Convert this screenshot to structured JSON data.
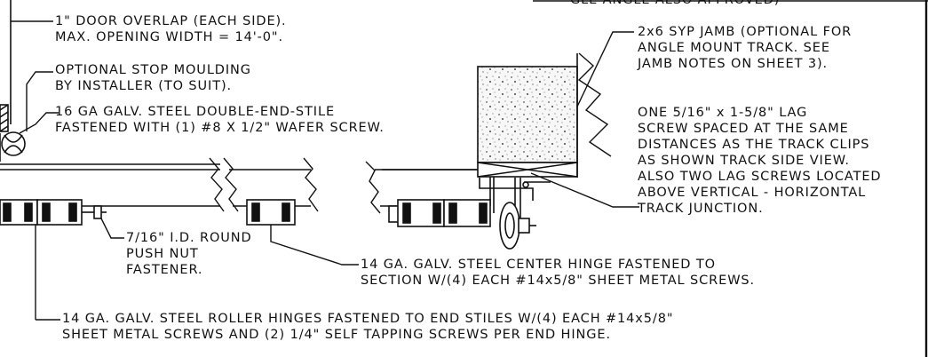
{
  "header_fragment": "GLE ANGLE ALSO APPROVED)",
  "colors": {
    "ink": "#111111",
    "paper": "#ffffff"
  },
  "notes": {
    "door_overlap": {
      "lines": [
        "1\" DOOR OVERLAP (EACH SIDE).",
        "MAX. OPENING WIDTH = 14'-0\"."
      ]
    },
    "stop_moulding": {
      "lines": [
        "OPTIONAL STOP MOULDING",
        "BY INSTALLER (TO SUIT)."
      ]
    },
    "double_end_stile": {
      "lines": [
        "16 GA GALV. STEEL DOUBLE-END-STILE",
        "FASTENED WITH (1) #8 X 1/2\" WAFER SCREW."
      ]
    },
    "jamb": {
      "lines": [
        "2x6 SYP JAMB (OPTIONAL FOR",
        "ANGLE MOUNT TRACK. SEE",
        "JAMB NOTES ON SHEET 3)."
      ]
    },
    "lag_screw": {
      "lines": [
        "ONE 5/16\" x 1-5/8\" LAG",
        "SCREW SPACED AT THE SAME",
        "DISTANCES AS THE TRACK CLIPS",
        "AS SHOWN TRACK SIDE VIEW.",
        "ALSO TWO LAG SCREWS LOCATED",
        "ABOVE VERTICAL - HORIZONTAL",
        "TRACK JUNCTION."
      ]
    },
    "push_nut": {
      "lines": [
        "7/16\" I.D. ROUND",
        "PUSH NUT",
        "FASTENER."
      ]
    },
    "center_hinge": {
      "lines": [
        "14 GA. GALV. STEEL CENTER HINGE FASTENED TO",
        "SECTION W/(4) EACH #14x5/8\" SHEET METAL SCREWS."
      ]
    },
    "roller_hinges": {
      "lines": [
        "14 GA. GALV. STEEL ROLLER HINGES FASTENED TO END STILES W/(4) EACH #14x5/8\"",
        "SHEET METAL SCREWS AND (2) 1/4\" SELF TAPPING SCREWS PER END HINGE."
      ]
    }
  }
}
